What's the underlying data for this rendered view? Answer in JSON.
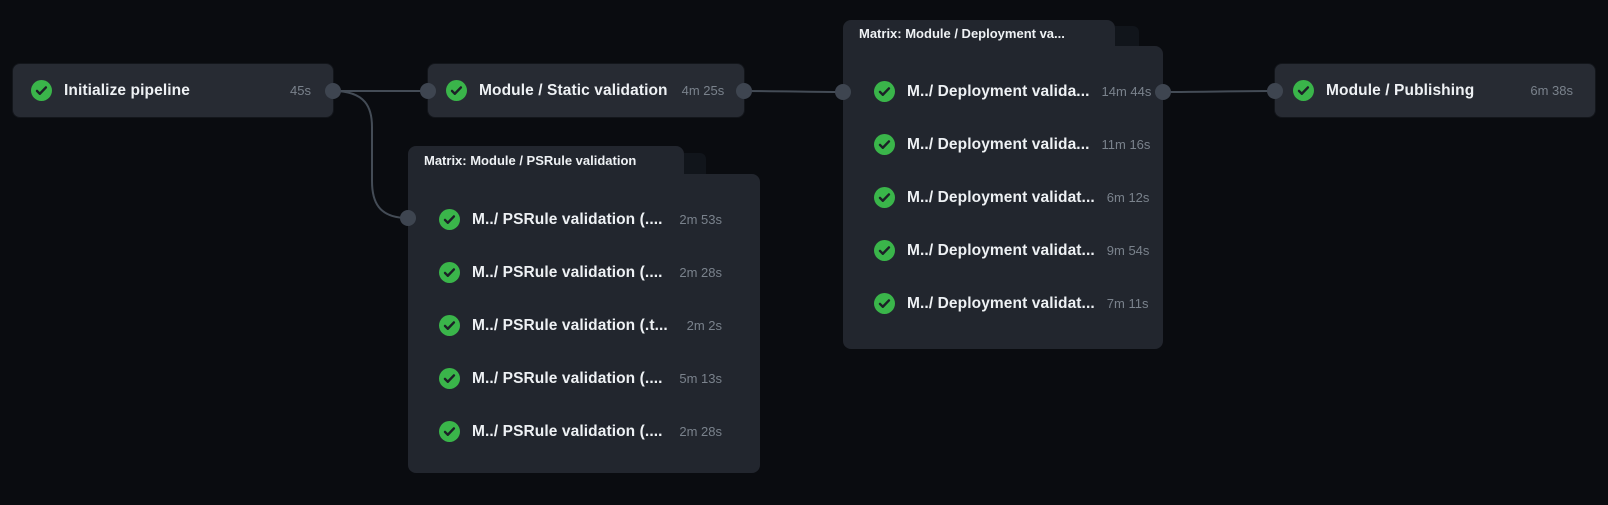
{
  "app": {
    "name": "workflow-run-graph",
    "description": "GitHub Actions workflow run dependency graph"
  },
  "colors": {
    "canvas_bg": "#0a0c10",
    "card_bg": "#272b33",
    "group_bg": "#22262e",
    "text_primary": "#eef1f4",
    "text_muted": "#7a828c",
    "edge": "#444c56",
    "port": "#3e4550",
    "success_green": "#3ab54a"
  },
  "nodes": [
    {
      "label": "Initialize pipeline",
      "duration": "45s",
      "status": "success",
      "status_icon": "success-check-icon"
    },
    {
      "label": "Module / Static validation",
      "duration": "4m 25s",
      "status": "success",
      "status_icon": "success-check-icon"
    },
    {
      "label": "Module / Publishing",
      "duration": "6m 38s",
      "status": "success",
      "status_icon": "success-check-icon"
    }
  ],
  "groups": [
    {
      "title": "Matrix: Module / PSRule validation",
      "jobs": [
        {
          "label": "M../ PSRule validation (....",
          "duration": "2m 53s",
          "status": "success",
          "status_icon": "success-check-icon"
        },
        {
          "label": "M../ PSRule validation (....",
          "duration": "2m 28s",
          "status": "success",
          "status_icon": "success-check-icon"
        },
        {
          "label": "M../ PSRule validation (.t...",
          "duration": "2m 2s",
          "status": "success",
          "status_icon": "success-check-icon"
        },
        {
          "label": "M../ PSRule validation (....",
          "duration": "5m 13s",
          "status": "success",
          "status_icon": "success-check-icon"
        },
        {
          "label": "M../ PSRule validation (....",
          "duration": "2m 28s",
          "status": "success",
          "status_icon": "success-check-icon"
        }
      ]
    },
    {
      "title": "Matrix: Module / Deployment va...",
      "jobs": [
        {
          "label": "M../ Deployment valida...",
          "duration": "14m 44s",
          "status": "success",
          "status_icon": "success-check-icon"
        },
        {
          "label": "M../ Deployment valida...",
          "duration": "11m 16s",
          "status": "success",
          "status_icon": "success-check-icon"
        },
        {
          "label": "M../ Deployment validat...",
          "duration": "6m 12s",
          "status": "success",
          "status_icon": "success-check-icon"
        },
        {
          "label": "M../ Deployment validat...",
          "duration": "9m 54s",
          "status": "success",
          "status_icon": "success-check-icon"
        },
        {
          "label": "M../ Deployment validat...",
          "duration": "7m 11s",
          "status": "success",
          "status_icon": "success-check-icon"
        }
      ]
    }
  ],
  "edges": [
    {
      "from": "initialize-pipeline",
      "to": "module-static-validation"
    },
    {
      "from": "initialize-pipeline",
      "to": "matrix-psrule-validation"
    },
    {
      "from": "module-static-validation",
      "to": "matrix-deployment-validation"
    },
    {
      "from": "matrix-deployment-validation",
      "to": "module-publishing"
    }
  ]
}
